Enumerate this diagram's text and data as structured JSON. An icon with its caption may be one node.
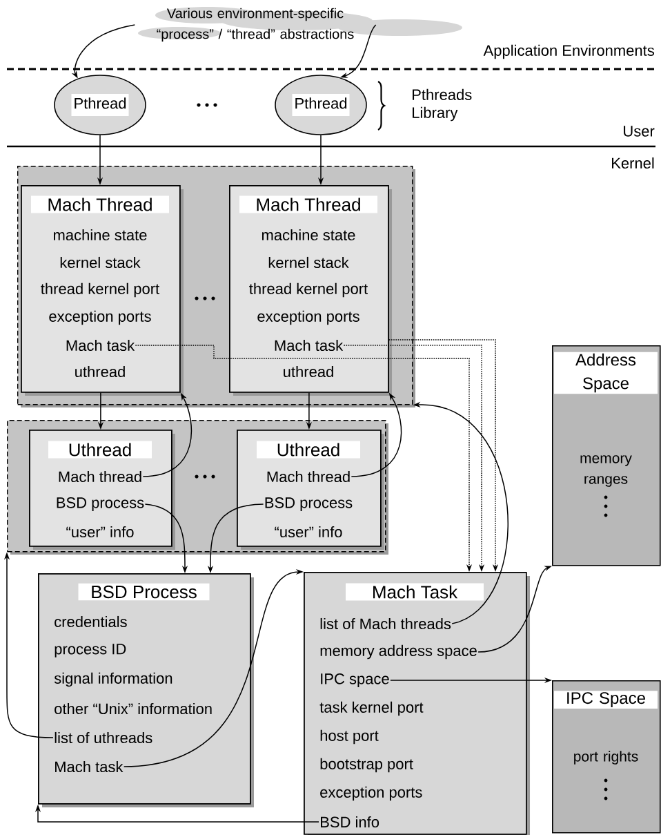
{
  "diagram": {
    "nodes": [
      {
        "text": [
          "Various environment-specific “process” / “thread” abstractions"
        ]
      },
      {
        "text": [
          "Pthread"
        ]
      },
      {
        "text": [
          "Pthread"
        ]
      },
      {
        "text": [],
        "shape": "box"
      },
      {
        "text": [
          "Mach Thread",
          "machine state",
          "kernel stack",
          "thread kernel port",
          "exception ports",
          "uthread"
        ],
        "in": 3
      },
      {
        "text": [
          "Mach task"
        ],
        "in": 4
      },
      {
        "text": [
          "Mach Thread",
          "machine state",
          "kernel stack",
          "thread kernel port",
          "exception ports",
          "uthread"
        ],
        "in": 3
      },
      {
        "text": [
          "Mach task"
        ],
        "in": 6
      },
      {
        "text": [],
        "shape": "box"
      },
      {
        "text": [
          "Uthread",
          "“user” info"
        ],
        "in": 8
      },
      {
        "text": [
          "Mach thread"
        ],
        "in": 9
      },
      {
        "text": [
          "BSD process"
        ],
        "in": 9
      },
      {
        "text": [
          "Uthread",
          "“user” info"
        ],
        "in": 8
      },
      {
        "text": [
          "Mach thread"
        ],
        "in": 12
      },
      {
        "text": [
          "BSD process"
        ],
        "in": 12
      },
      {
        "text": [
          "BSD Process",
          "credentials",
          "process ID",
          "signal information",
          "other “Unix” information"
        ]
      },
      {
        "text": [
          "list of uthreads"
        ],
        "in": 15
      },
      {
        "text": [
          "Mach task"
        ],
        "in": 15
      },
      {
        "text": [
          "Mach Task",
          "task kernel port",
          "host port",
          "bootstrap port",
          "exception ports"
        ]
      },
      {
        "text": [
          "list of Mach threads"
        ],
        "in": 18
      },
      {
        "text": [
          "memory address space"
        ],
        "in": 18
      },
      {
        "text": [
          "IPC space"
        ],
        "in": 18
      },
      {
        "text": [
          "BSD info"
        ],
        "in": 18
      },
      {
        "text": [
          "Address Space",
          "memory ranges"
        ]
      },
      {
        "text": [
          "IPC Space",
          "port rights"
        ]
      }
    ],
    "edges": [
      {
        "from": 0,
        "to": 1,
        "arrow": "to"
      },
      {
        "from": 0,
        "to": 2,
        "arrow": "to"
      },
      {
        "from": 1,
        "to": 4,
        "arrow": "to"
      },
      {
        "from": 2,
        "to": 6,
        "arrow": "to"
      },
      {
        "from": 5,
        "to": 18,
        "arrow": "to",
        "style": "dashed"
      },
      {
        "from": 7,
        "to": 18,
        "arrow": "to",
        "style": "dashed"
      },
      {
        "from": 6,
        "to": 18,
        "arrow": "to",
        "style": "dashed"
      },
      {
        "from": 4,
        "to": 9,
        "arrow": "to"
      },
      {
        "from": 6,
        "to": 12,
        "arrow": "to"
      },
      {
        "from": 10,
        "to": 4,
        "arrow": "to"
      },
      {
        "from": 13,
        "to": 6,
        "arrow": "to"
      },
      {
        "from": 11,
        "to": 15,
        "arrow": "to"
      },
      {
        "from": 14,
        "to": 15,
        "arrow": "to"
      },
      {
        "from": 16,
        "to": 8,
        "arrow": "to"
      },
      {
        "from": 17,
        "to": 18,
        "arrow": "to"
      },
      {
        "from": 19,
        "to": 3,
        "arrow": "to"
      },
      {
        "from": 20,
        "to": 23,
        "arrow": "to"
      },
      {
        "from": 21,
        "to": 24,
        "arrow": "to"
      },
      {
        "from": 22,
        "to": 15,
        "arrow": "to"
      }
    ],
    "labels": [
      "Application Environments",
      "Pthreads Library",
      "User",
      "Kernel"
    ]
  }
}
